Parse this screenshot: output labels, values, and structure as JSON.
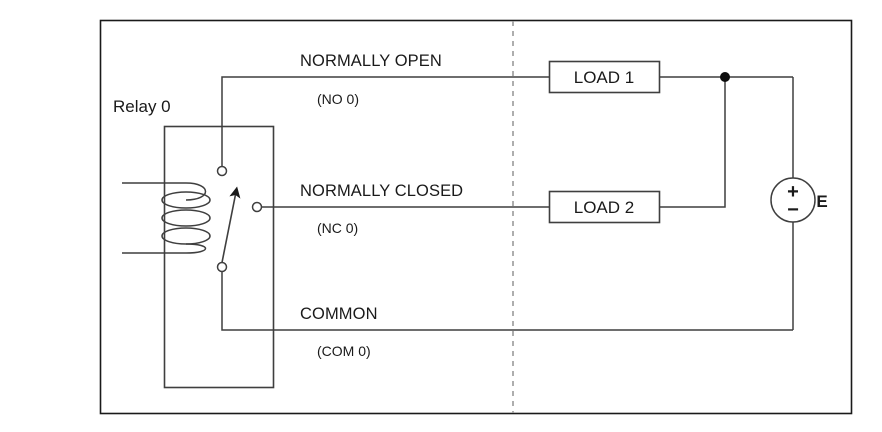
{
  "diagram": {
    "title_label": "Relay 0",
    "frame": {
      "border_color": "#1a1a1a"
    },
    "divider": {
      "name": "dashed-divider",
      "color": "#9a9a9a",
      "style": "dashed"
    },
    "relay": {
      "box_label": "Relay 0",
      "coil_name": "relay-coil",
      "loops": 3,
      "terminals": [
        {
          "id": "no",
          "name": "no-terminal"
        },
        {
          "id": "nc",
          "name": "nc-terminal"
        },
        {
          "id": "com",
          "name": "com-pivot-terminal"
        }
      ]
    },
    "contacts": [
      {
        "id": "no",
        "label": "NORMALLY OPEN",
        "sublabel": "(NO 0)"
      },
      {
        "id": "nc",
        "label": "NORMALLY CLOSED",
        "sublabel": "(NC 0)"
      },
      {
        "id": "com",
        "label": "COMMON",
        "sublabel": "(COM 0)"
      }
    ],
    "loads": [
      {
        "id": "load1",
        "label": "LOAD 1"
      },
      {
        "id": "load2",
        "label": "LOAD 2"
      }
    ],
    "source": {
      "label": "E",
      "plus": "+",
      "minus": "−",
      "name": "voltage-source"
    },
    "colors": {
      "wire": "#3f3f3f",
      "frame": "#1a1a1a",
      "text": "#1a1a1a",
      "dashed": "#9a9a9a",
      "background": "#ffffff"
    }
  }
}
